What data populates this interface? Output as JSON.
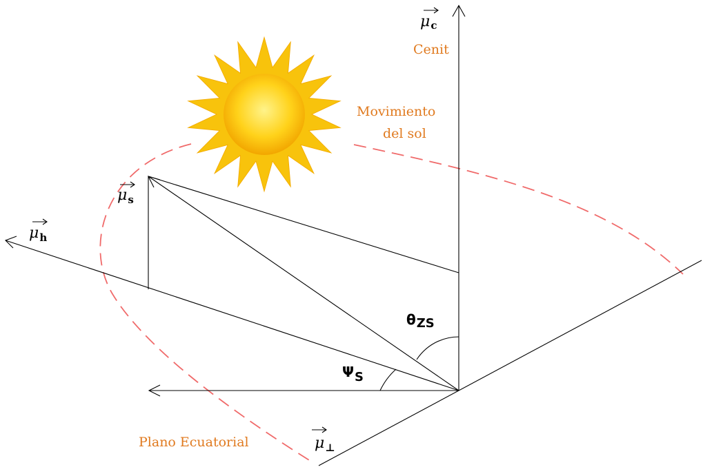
{
  "labels": {
    "cenit": "Cenit",
    "movimiento": "Movimiento",
    "del_sol": "del sol",
    "plano": "Plano Ecuatorial"
  },
  "vectors": {
    "mu_c": {
      "symbol": "μ",
      "sub": "c"
    },
    "mu_s": {
      "symbol": "μ",
      "sub": "s"
    },
    "mu_h": {
      "symbol": "μ",
      "sub": "h"
    },
    "mu_perp": {
      "symbol": "μ",
      "sub": "⊥"
    }
  },
  "angles": {
    "theta": {
      "symbol": "θ",
      "sub": "ZS"
    },
    "psi": {
      "symbol": "Ψ",
      "sub": "S"
    }
  },
  "colors": {
    "label_orange": "#e07a1f",
    "orbit_red": "#f06a6a",
    "sun_ray": "#f7c20a",
    "sun_core_light": "#fff27a",
    "sun_core_dark": "#f2a900"
  },
  "icons": {
    "sun": "sun-icon"
  }
}
